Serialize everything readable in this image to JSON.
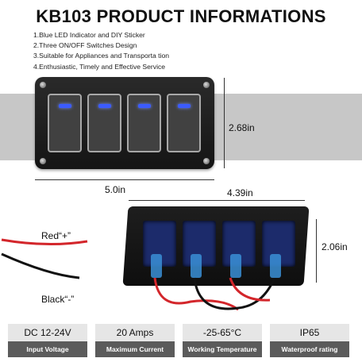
{
  "title": "KB103 PRODUCT INFORMATIONS",
  "features": [
    "1.Blue LED Indicator and DIY Sticker",
    "2.Three ON/OFF Switches Design",
    "3.Suitable for Appliances and Transporta  tion",
    "4.Enthusiastic, Timely and Effective Service"
  ],
  "dimensions": {
    "height_front": "2.68in",
    "width_front": "5.0in",
    "width_back": "4.39in",
    "height_back": "2.06in"
  },
  "wires": {
    "red": "Red“+”",
    "black": "Black“-”"
  },
  "specs": [
    {
      "value": "DC 12-24V",
      "label": "Input Voltage"
    },
    {
      "value": "20 Amps",
      "label": "Maximum Current"
    },
    {
      "value": "-25-65°C",
      "label": "Working Temperature"
    },
    {
      "value": "IP65",
      "label": "Waterproof rating"
    }
  ],
  "colors": {
    "led": "#3b5bff",
    "band": "#c7c7c7",
    "spec_label_bg": "#5b5b5b"
  }
}
